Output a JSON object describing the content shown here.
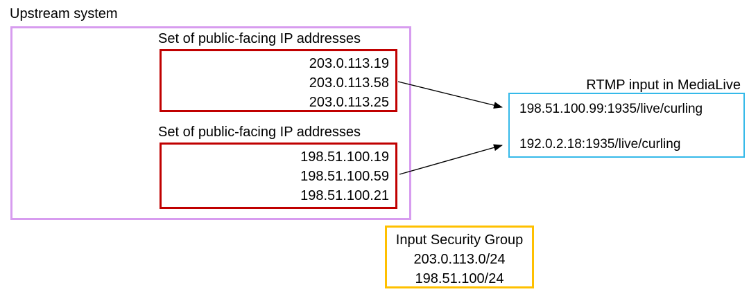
{
  "colors": {
    "upstream_border": "#d79cef",
    "ip_set_border": "#c00000",
    "medialive_border": "#35b9e9",
    "security_group_border": "#ffc000",
    "arrow": "#000000",
    "text": "#000000",
    "background": "#ffffff"
  },
  "upstream": {
    "title": "Upstream system",
    "ip_sets": [
      {
        "label": "Set of public-facing IP addresses",
        "addresses": [
          "203.0.113.19",
          "203.0.113.58",
          "203.0.113.25"
        ]
      },
      {
        "label": "Set of public-facing IP addresses",
        "addresses": [
          "198.51.100.19",
          "198.51.100.59",
          "198.51.100.21"
        ]
      }
    ]
  },
  "medialive": {
    "title": "RTMP input in MediaLive",
    "endpoints": [
      "198.51.100.99:1935/live/curling",
      "192.0.2.18:1935/live/curling"
    ]
  },
  "security_group": {
    "title": "Input Security Group",
    "cidrs": [
      "203.0.113.0/24",
      "198.51.100/24"
    ]
  }
}
